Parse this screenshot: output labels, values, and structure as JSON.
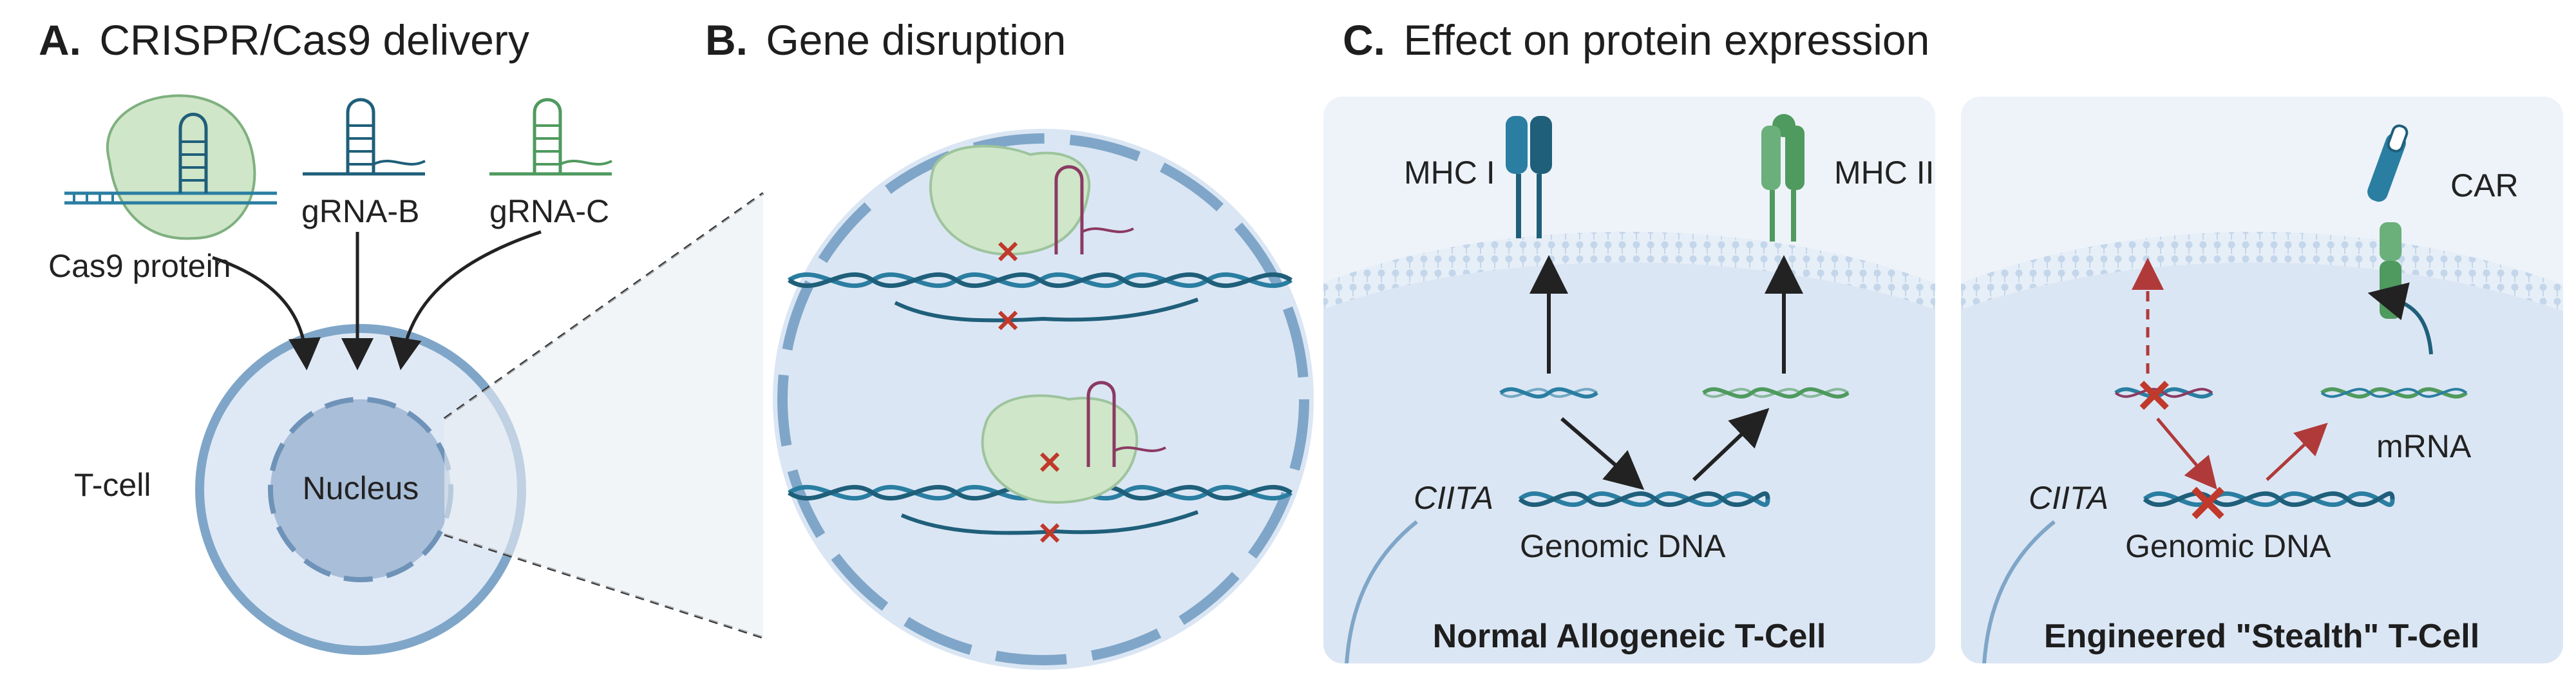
{
  "panel_a": {
    "letter": "A.",
    "title": "CRISPR/Cas9 delivery",
    "cas9_label": "Cas9 protein",
    "grna_b_label": "gRNA-B",
    "grna_c_label": "gRNA-C",
    "cell_label": "T-cell",
    "nucleus_label": "Nucleus"
  },
  "panel_b": {
    "letter": "B.",
    "title": "Gene disruption"
  },
  "panel_c": {
    "letter": "C.",
    "title": "Effect on protein expression",
    "left": {
      "mhc1_label": "MHC I",
      "mhc2_label": "MHC II",
      "gene_label": "CIITA",
      "dna_label": "Genomic DNA",
      "caption": "Normal Allogeneic T-Cell"
    },
    "right": {
      "car_label": "CAR",
      "mrna_label": "mRNA",
      "gene_label": "CIITA",
      "dna_label": "Genomic DNA",
      "caption": "Engineered \"Stealth\" T-Cell"
    }
  },
  "colors": {
    "dna_blue": "#2a7ea1",
    "dna_dark": "#1f5f7a",
    "grna_green": "#4f9a5e",
    "guide_purple": "#8b3a62",
    "cut_red": "#c0392b",
    "cas9_green": "#cfe6c9",
    "cell_fill": "#dfe9f6",
    "cell_edge": "#7fa6c8",
    "membrane": "#b9cfe4"
  }
}
